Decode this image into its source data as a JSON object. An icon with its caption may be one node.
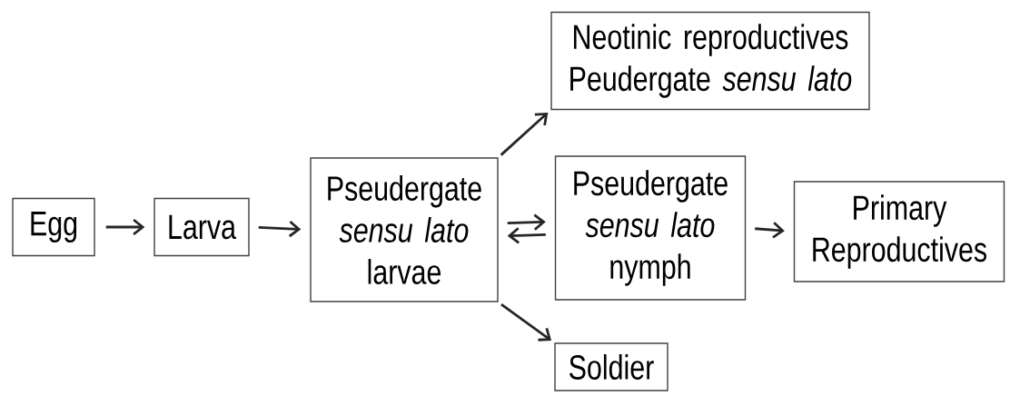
{
  "diagram": {
    "nodes": [
      {
        "text": [
          "Egg"
        ]
      },
      {
        "text": [
          "Larva"
        ]
      },
      {
        "text": [
          "Pseudergate *sensu lato* larvae"
        ]
      },
      {
        "text": [
          "Neotinic reproductives Peudergate *sensu lato*"
        ]
      },
      {
        "text": [
          "Pseudergate *sensu lato* nymph"
        ]
      },
      {
        "text": [
          "Primary Reproductives"
        ]
      },
      {
        "text": [
          "Soldier"
        ]
      }
    ],
    "edges": [
      {
        "from": 0,
        "to": 1,
        "arrow": "to"
      },
      {
        "from": 1,
        "to": 2,
        "arrow": "to"
      },
      {
        "from": 2,
        "to": 3,
        "arrow": "to"
      },
      {
        "from": 2,
        "to": 4,
        "arrow": "to"
      },
      {
        "from": 4,
        "to": 2,
        "arrow": "to"
      },
      {
        "from": 4,
        "to": 5,
        "arrow": "to"
      },
      {
        "from": 2,
        "to": 6,
        "arrow": "to"
      }
    ]
  }
}
